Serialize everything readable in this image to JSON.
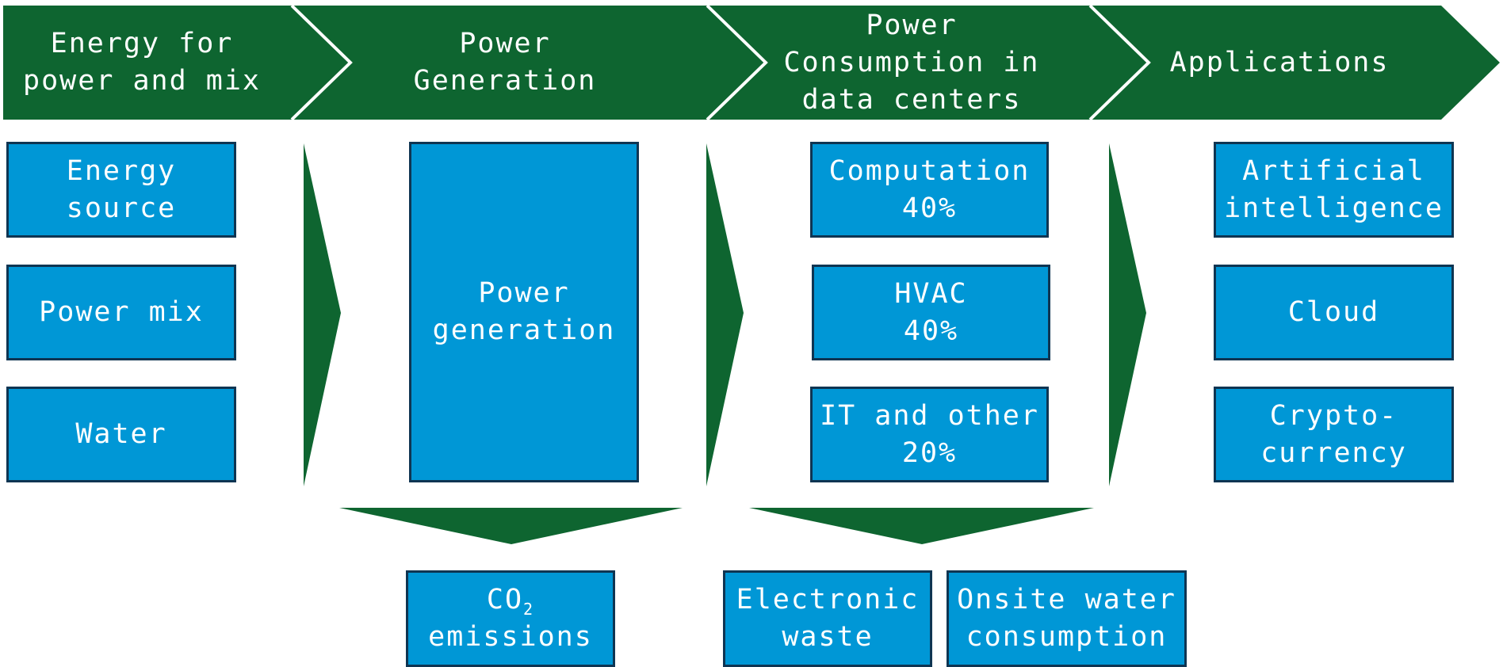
{
  "colors": {
    "header_green": "#0e6530",
    "box_blue": "#0097d6",
    "box_border": "#0f3552",
    "text": "#ffffff"
  },
  "stages": [
    {
      "line1": "Energy for",
      "line2": "power and mix"
    },
    {
      "line1": "Power",
      "line2": "Generation"
    },
    {
      "line1": "Power",
      "line2": "Consumption in",
      "line3": "data centers"
    },
    {
      "line1": "Applications"
    }
  ],
  "inputs": {
    "energy_source": {
      "line1": "Energy",
      "line2": "source"
    },
    "power_mix": "Power mix",
    "water": "Water"
  },
  "generation": {
    "power_generation": {
      "line1": "Power",
      "line2": "generation"
    }
  },
  "consumption": {
    "computation": {
      "label": "Computation",
      "share": "40%"
    },
    "hvac": {
      "label": "HVAC",
      "share": "40%"
    },
    "it_other": {
      "label": "IT and other",
      "share": "20%"
    }
  },
  "applications": {
    "ai": {
      "line1": "Artificial",
      "line2": "intelligence"
    },
    "cloud": "Cloud",
    "crypto": {
      "line1": "Crypto-",
      "line2": "currency"
    }
  },
  "outputs": {
    "co2": {
      "main": "CO",
      "sub": "2",
      "line2": "emissions"
    },
    "e_waste": {
      "line1": "Electronic",
      "line2": "waste"
    },
    "onsite_water": {
      "line1": "Onsite water",
      "line2": "consumption"
    }
  }
}
